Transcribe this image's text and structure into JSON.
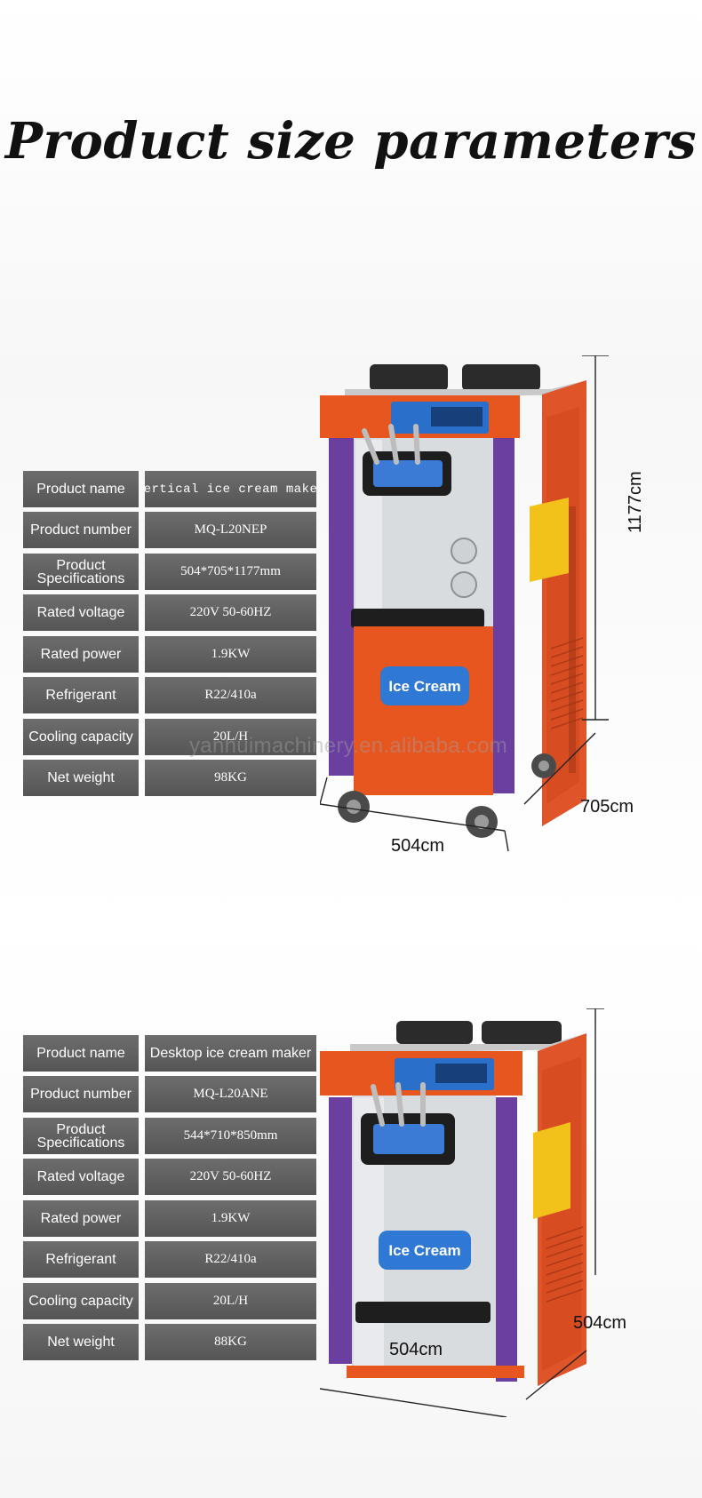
{
  "title": "Product size parameters",
  "watermark": "yanhuimachinery.en.alibaba.com",
  "machine_badge": "Ice Cream",
  "product1": {
    "rows": [
      {
        "label": "Product name",
        "value": "Vertical ice cream maker"
      },
      {
        "label": "Product number",
        "value": "MQ-L20NEP"
      },
      {
        "label": "Product Specifications",
        "value": "504*705*1177mm"
      },
      {
        "label": "Rated voltage",
        "value": "220V 50-60HZ"
      },
      {
        "label": "Rated power",
        "value": "1.9KW"
      },
      {
        "label": "Refrigerant",
        "value": "R22/410a"
      },
      {
        "label": "Cooling capacity",
        "value": "20L/H"
      },
      {
        "label": "Net weight",
        "value": "98KG"
      }
    ],
    "dims": {
      "height": "1177cm",
      "depth": "705cm",
      "width": "504cm"
    }
  },
  "product2": {
    "rows": [
      {
        "label": "Product name",
        "value": "Desktop ice cream maker"
      },
      {
        "label": "Product number",
        "value": "MQ-L20ANE"
      },
      {
        "label": "Product Specifications",
        "value": "544*710*850mm"
      },
      {
        "label": "Rated voltage",
        "value": "220V 50-60HZ"
      },
      {
        "label": "Rated power",
        "value": "1.9KW"
      },
      {
        "label": "Refrigerant",
        "value": "R22/410a"
      },
      {
        "label": "Cooling capacity",
        "value": "20L/H"
      },
      {
        "label": "Net weight",
        "value": "88KG"
      }
    ],
    "dims": {
      "depth": "504cm",
      "width": "504cm"
    }
  },
  "colors": {
    "cell_bg": "#5f5f5f",
    "machine_orange": "#e8561f",
    "machine_purple": "#6a3fa0",
    "panel_blue": "#2a6fc9"
  }
}
